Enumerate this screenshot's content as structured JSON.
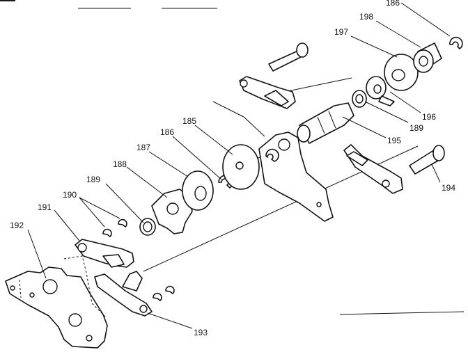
{
  "callouts": {
    "c186_top": "186",
    "c198": "198",
    "c197": "197",
    "c196": "196",
    "c189_right": "189",
    "c195": "195",
    "c185": "185",
    "c186_mid": "186",
    "c187": "187",
    "c188": "188",
    "c189_left": "189",
    "c190": "190",
    "c191": "191",
    "c192": "192",
    "c194": "194",
    "c193": "193"
  }
}
